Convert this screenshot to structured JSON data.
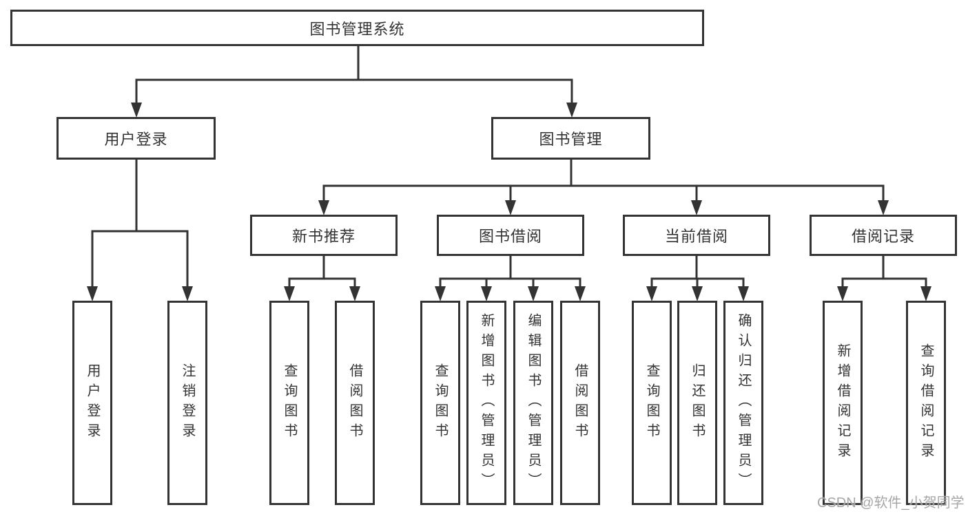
{
  "diagram": {
    "title": "图书管理系统",
    "root": {
      "label": "图书管理系统"
    },
    "level2": [
      {
        "label": "用户登录"
      },
      {
        "label": "图书管理"
      }
    ],
    "level3": [
      {
        "label": "新书推荐"
      },
      {
        "label": "图书借阅"
      },
      {
        "label": "当前借阅"
      },
      {
        "label": "借阅记录"
      }
    ],
    "leaves": {
      "user_login": [
        {
          "label": "用户登录"
        },
        {
          "label": "注销登录"
        }
      ],
      "new_book_recommend": [
        {
          "label": "查询图书"
        },
        {
          "label": "借阅图书"
        }
      ],
      "book_borrowing": [
        {
          "label": "查询图书"
        },
        {
          "label": "新增图书（管理员）"
        },
        {
          "label": "编辑图书（管理员）"
        },
        {
          "label": "借阅图书"
        }
      ],
      "current_borrowing": [
        {
          "label": "查询图书"
        },
        {
          "label": "归还图书"
        },
        {
          "label": "确认归还（管理员）"
        }
      ],
      "borrowing_records": [
        {
          "label": "新增借阅记录"
        },
        {
          "label": "查询借阅记录"
        }
      ]
    }
  },
  "watermark": {
    "text": "CSDN @软件_小贺同学"
  },
  "colors": {
    "border": "#333333",
    "line": "#333333",
    "text": "#333333",
    "background": "#ffffff",
    "watermark": "#9e9e9e"
  }
}
